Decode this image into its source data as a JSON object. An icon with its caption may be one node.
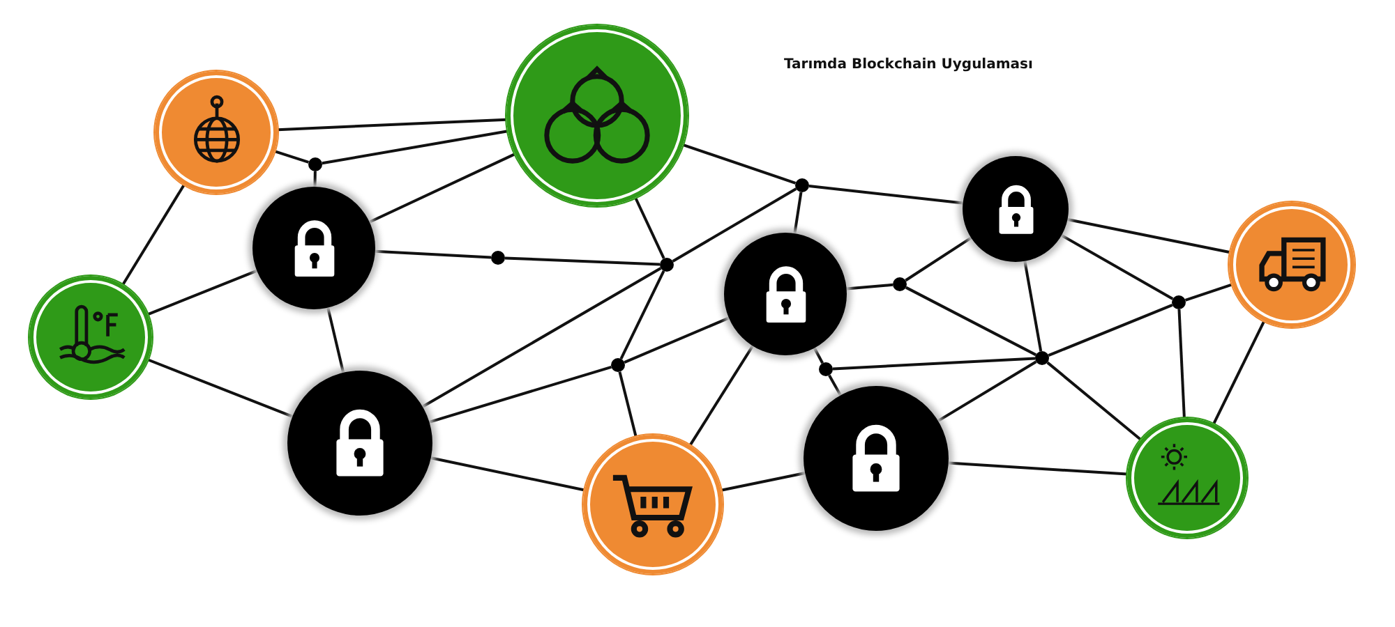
{
  "diagram": {
    "title": "Tarımda Blockchain Uygulaması",
    "nodes": [
      {
        "text": [],
        "shape": "circle"
      },
      {
        "text": [],
        "shape": "circle"
      },
      {
        "text": [],
        "shape": "circle"
      },
      {
        "text": [],
        "shape": "circle"
      },
      {
        "text": [],
        "shape": "circle"
      },
      {
        "text": [],
        "shape": "circle"
      },
      {
        "text": [],
        "shape": "circle"
      },
      {
        "text": [],
        "shape": "circle"
      },
      {
        "text": [],
        "shape": "circle"
      },
      {
        "text": [],
        "shape": "circle"
      },
      {
        "text": [],
        "shape": "circle"
      },
      {
        "text": [],
        "shape": "circle"
      },
      {
        "text": [],
        "shape": "circle"
      },
      {
        "text": [],
        "shape": "circle"
      },
      {
        "text": [],
        "shape": "circle"
      },
      {
        "text": [],
        "shape": "circle"
      },
      {
        "text": [],
        "shape": "circle"
      },
      {
        "text": [],
        "shape": "circle"
      },
      {
        "text": [],
        "shape": "circle"
      },
      {
        "text": [],
        "shape": "circle"
      }
    ],
    "edges": [
      {
        "from": 0,
        "to": 1,
        "arrow": "none"
      },
      {
        "from": 0,
        "to": 2,
        "arrow": "none"
      },
      {
        "from": 2,
        "to": 1,
        "arrow": "none"
      },
      {
        "from": 2,
        "to": 3,
        "arrow": "none"
      },
      {
        "from": 0,
        "to": 8,
        "arrow": "none"
      },
      {
        "from": 3,
        "to": 1,
        "arrow": "none"
      },
      {
        "from": 3,
        "to": 4,
        "arrow": "none"
      },
      {
        "from": 4,
        "to": 5,
        "arrow": "none"
      },
      {
        "from": 1,
        "to": 5,
        "arrow": "none"
      },
      {
        "from": 8,
        "to": 3,
        "arrow": "none"
      },
      {
        "from": 8,
        "to": 16,
        "arrow": "none"
      },
      {
        "from": 3,
        "to": 16,
        "arrow": "none"
      },
      {
        "from": 16,
        "to": 5,
        "arrow": "none"
      },
      {
        "from": 16,
        "to": 13,
        "arrow": "none"
      },
      {
        "from": 13,
        "to": 9,
        "arrow": "none"
      },
      {
        "from": 5,
        "to": 13,
        "arrow": "none"
      },
      {
        "from": 13,
        "to": 18,
        "arrow": "none"
      },
      {
        "from": 5,
        "to": 6,
        "arrow": "none"
      },
      {
        "from": 1,
        "to": 6,
        "arrow": "none"
      },
      {
        "from": 6,
        "to": 7,
        "arrow": "none"
      },
      {
        "from": 6,
        "to": 9,
        "arrow": "none"
      },
      {
        "from": 9,
        "to": 10,
        "arrow": "none"
      },
      {
        "from": 10,
        "to": 7,
        "arrow": "none"
      },
      {
        "from": 10,
        "to": 15,
        "arrow": "none"
      },
      {
        "from": 7,
        "to": 15,
        "arrow": "none"
      },
      {
        "from": 7,
        "to": 11,
        "arrow": "none"
      },
      {
        "from": 7,
        "to": 12,
        "arrow": "none"
      },
      {
        "from": 12,
        "to": 11,
        "arrow": "none"
      },
      {
        "from": 12,
        "to": 15,
        "arrow": "none"
      },
      {
        "from": 12,
        "to": 19,
        "arrow": "none"
      },
      {
        "from": 11,
        "to": 19,
        "arrow": "none"
      },
      {
        "from": 14,
        "to": 15,
        "arrow": "none"
      },
      {
        "from": 17,
        "to": 15,
        "arrow": "none"
      },
      {
        "from": 15,
        "to": 19,
        "arrow": "none"
      },
      {
        "from": 9,
        "to": 14,
        "arrow": "none"
      },
      {
        "from": 14,
        "to": 17,
        "arrow": "none"
      },
      {
        "from": 9,
        "to": 18,
        "arrow": "none"
      },
      {
        "from": 17,
        "to": 18,
        "arrow": "none"
      },
      {
        "from": 17,
        "to": 19,
        "arrow": "none"
      },
      {
        "from": 18,
        "to": 16,
        "arrow": "none"
      }
    ]
  }
}
